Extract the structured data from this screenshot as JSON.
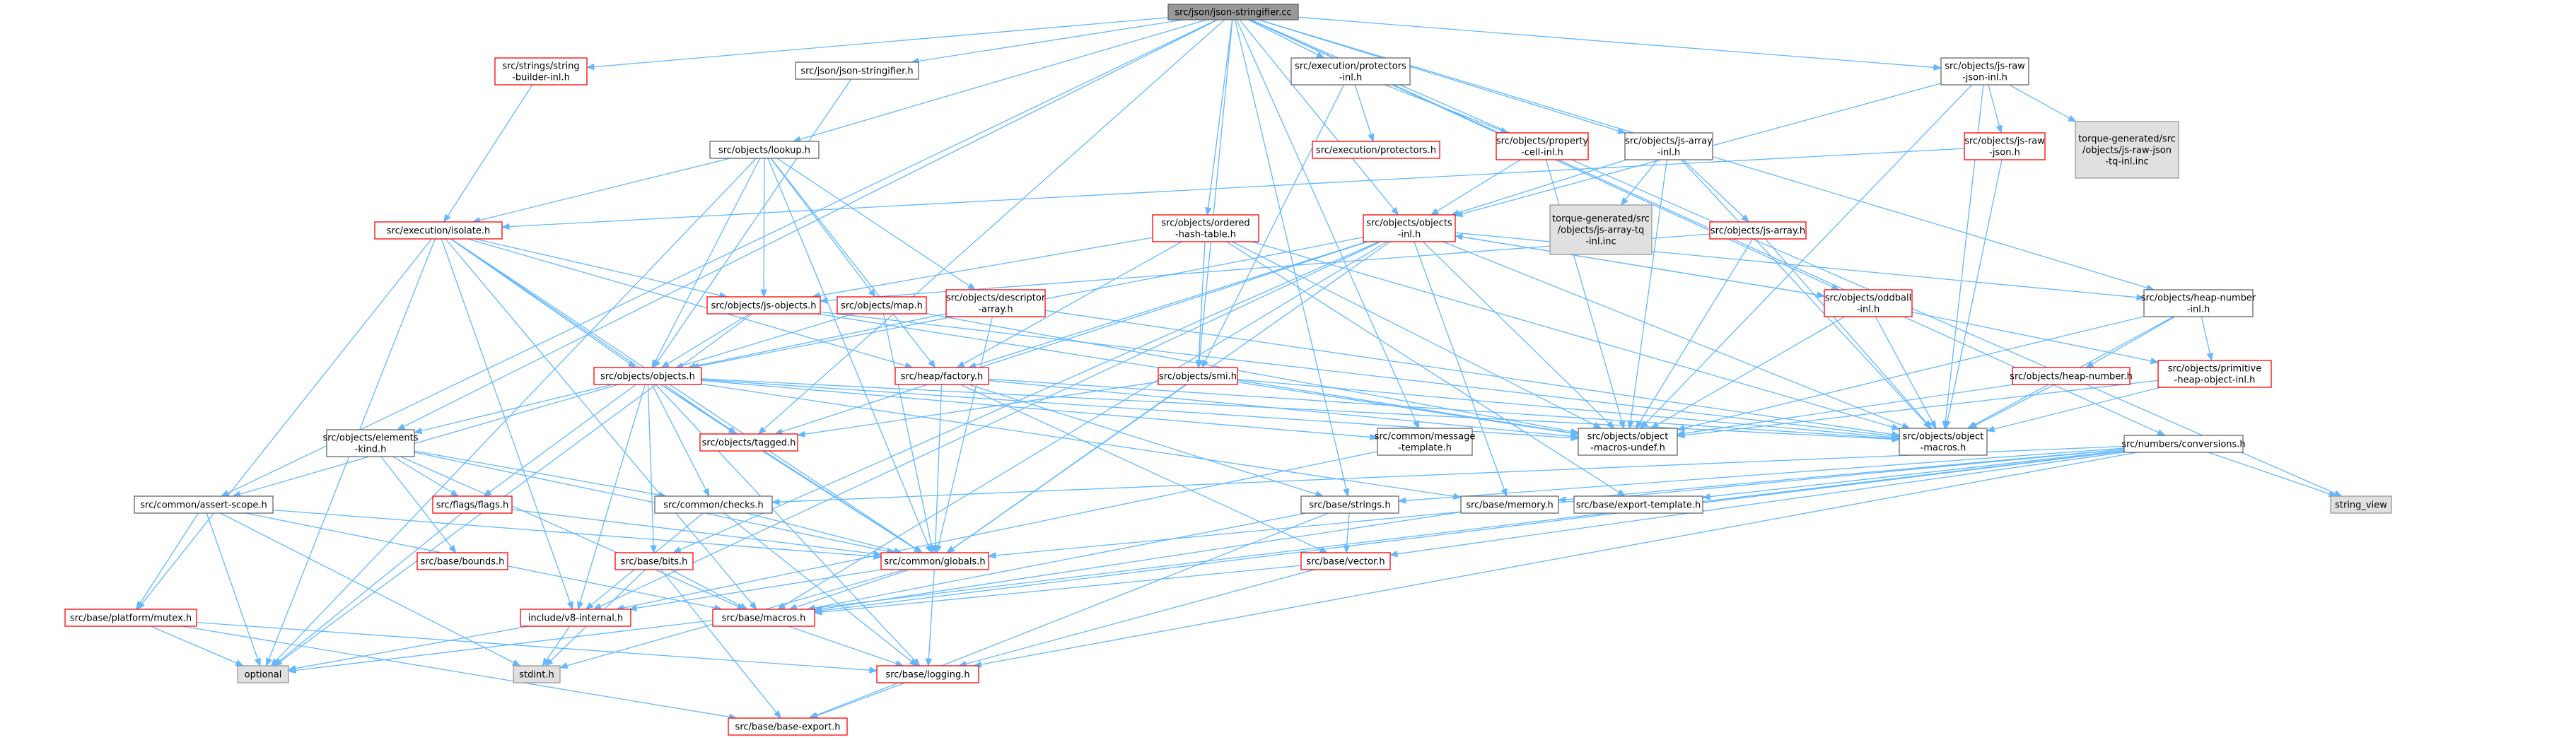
{
  "colors": {
    "edge": "#63b8ff",
    "root_fill": "#999999",
    "root_border": "#666666",
    "normal_fill": "#ffffff",
    "normal_border": "#666666",
    "red_border": "#ff0000",
    "external_fill": "#e0e0e0",
    "external_border": "#999999",
    "text": "#000000"
  },
  "nodes": [
    {
      "id": "root",
      "kind": "root",
      "lines": [
        "src/json/json-stringifier.cc"
      ]
    },
    {
      "id": "string_builder",
      "kind": "red",
      "lines": [
        "src/strings/string",
        "-builder-inl.h"
      ]
    },
    {
      "id": "json_stringifier_h",
      "kind": "normal",
      "lines": [
        "src/json/json-stringifier.h"
      ]
    },
    {
      "id": "protectors_inl",
      "kind": "normal",
      "lines": [
        "src/execution/protectors",
        "-inl.h"
      ]
    },
    {
      "id": "js_raw_json_inl",
      "kind": "normal",
      "lines": [
        "src/objects/js-raw",
        "-json-inl.h"
      ]
    },
    {
      "id": "lookup",
      "kind": "normal",
      "lines": [
        "src/objects/lookup.h"
      ]
    },
    {
      "id": "protectors_h",
      "kind": "red",
      "lines": [
        "src/execution/protectors.h"
      ]
    },
    {
      "id": "property_cell_inl",
      "kind": "red",
      "lines": [
        "src/objects/property",
        "-cell-inl.h"
      ]
    },
    {
      "id": "js_array_inl",
      "kind": "normal",
      "lines": [
        "src/objects/js-array",
        "-inl.h"
      ]
    },
    {
      "id": "js_raw_json_h",
      "kind": "red",
      "lines": [
        "src/objects/js-raw",
        "-json.h"
      ]
    },
    {
      "id": "tg_js_raw_json",
      "kind": "external",
      "lines": [
        "torque-generated/src",
        "/objects/js-raw-json",
        "-tq-inl.inc"
      ]
    },
    {
      "id": "isolate",
      "kind": "red",
      "lines": [
        "src/execution/isolate.h"
      ]
    },
    {
      "id": "ordered_hash",
      "kind": "red",
      "lines": [
        "src/objects/ordered",
        "-hash-table.h"
      ]
    },
    {
      "id": "objects_inl",
      "kind": "red",
      "lines": [
        "src/objects/objects",
        "-inl.h"
      ]
    },
    {
      "id": "tg_js_array",
      "kind": "external",
      "lines": [
        "torque-generated/src",
        "/objects/js-array-tq",
        "-inl.inc"
      ]
    },
    {
      "id": "js_array_h",
      "kind": "red",
      "lines": [
        "src/objects/js-array.h"
      ]
    },
    {
      "id": "js_objects",
      "kind": "red",
      "lines": [
        "src/objects/js-objects.h"
      ]
    },
    {
      "id": "map_h",
      "kind": "red",
      "lines": [
        "src/objects/map.h"
      ]
    },
    {
      "id": "descriptor_array",
      "kind": "red",
      "lines": [
        "src/objects/descriptor",
        "-array.h"
      ]
    },
    {
      "id": "oddball_inl",
      "kind": "red",
      "lines": [
        "src/objects/oddball",
        "-inl.h"
      ]
    },
    {
      "id": "heap_number_inl",
      "kind": "normal",
      "lines": [
        "src/objects/heap-number",
        "-inl.h"
      ]
    },
    {
      "id": "objects_h",
      "kind": "red",
      "lines": [
        "src/objects/objects.h"
      ]
    },
    {
      "id": "heap_factory",
      "kind": "red",
      "lines": [
        "src/heap/factory.h"
      ]
    },
    {
      "id": "smi_h",
      "kind": "red",
      "lines": [
        "src/objects/smi.h"
      ]
    },
    {
      "id": "heap_number_h",
      "kind": "red",
      "lines": [
        "src/objects/heap-number.h"
      ]
    },
    {
      "id": "primitive_heap",
      "kind": "red",
      "lines": [
        "src/objects/primitive",
        "-heap-object-inl.h"
      ]
    },
    {
      "id": "elements_kind",
      "kind": "normal",
      "lines": [
        "src/objects/elements",
        "-kind.h"
      ]
    },
    {
      "id": "tagged",
      "kind": "red",
      "lines": [
        "src/objects/tagged.h"
      ]
    },
    {
      "id": "message_template",
      "kind": "normal",
      "lines": [
        "src/common/message",
        "-template.h"
      ]
    },
    {
      "id": "macros_undef",
      "kind": "normal",
      "lines": [
        "src/objects/object",
        "-macros-undef.h"
      ]
    },
    {
      "id": "object_macros",
      "kind": "normal",
      "lines": [
        "src/objects/object",
        "-macros.h"
      ]
    },
    {
      "id": "conversions",
      "kind": "normal",
      "lines": [
        "src/numbers/conversions.h"
      ]
    },
    {
      "id": "assert_scope",
      "kind": "normal",
      "lines": [
        "src/common/assert-scope.h"
      ]
    },
    {
      "id": "flags",
      "kind": "red",
      "lines": [
        "src/flags/flags.h"
      ]
    },
    {
      "id": "checks",
      "kind": "normal",
      "lines": [
        "src/common/checks.h"
      ]
    },
    {
      "id": "strings_h",
      "kind": "normal",
      "lines": [
        "src/base/strings.h"
      ]
    },
    {
      "id": "memory_h",
      "kind": "normal",
      "lines": [
        "src/base/memory.h"
      ]
    },
    {
      "id": "export_template",
      "kind": "normal",
      "lines": [
        "src/base/export-template.h"
      ]
    },
    {
      "id": "string_view",
      "kind": "external",
      "lines": [
        "string_view"
      ]
    },
    {
      "id": "bounds",
      "kind": "red",
      "lines": [
        "src/base/bounds.h"
      ]
    },
    {
      "id": "bits",
      "kind": "red",
      "lines": [
        "src/base/bits.h"
      ]
    },
    {
      "id": "globals",
      "kind": "red",
      "lines": [
        "src/common/globals.h"
      ]
    },
    {
      "id": "vector",
      "kind": "red",
      "lines": [
        "src/base/vector.h"
      ]
    },
    {
      "id": "mutex",
      "kind": "red",
      "lines": [
        "src/base/platform/mutex.h"
      ]
    },
    {
      "id": "v8_internal",
      "kind": "red",
      "lines": [
        "include/v8-internal.h"
      ]
    },
    {
      "id": "macros",
      "kind": "red",
      "lines": [
        "src/base/macros.h"
      ]
    },
    {
      "id": "optional",
      "kind": "external",
      "lines": [
        "optional"
      ]
    },
    {
      "id": "stdint",
      "kind": "external",
      "lines": [
        "stdint.h"
      ]
    },
    {
      "id": "logging",
      "kind": "red",
      "lines": [
        "src/base/logging.h"
      ]
    },
    {
      "id": "base_export",
      "kind": "red",
      "lines": [
        "src/base/base-export.h"
      ]
    }
  ],
  "edges": [
    [
      "root",
      "string_builder"
    ],
    [
      "root",
      "json_stringifier_h"
    ],
    [
      "root",
      "protectors_inl"
    ],
    [
      "root",
      "js_raw_json_inl"
    ],
    [
      "root",
      "lookup"
    ],
    [
      "root",
      "objects_inl"
    ],
    [
      "root",
      "js_array_inl"
    ],
    [
      "root",
      "ordered_hash"
    ],
    [
      "root",
      "smi_h"
    ],
    [
      "root",
      "oddball_inl"
    ],
    [
      "root",
      "heap_number_inl"
    ],
    [
      "root",
      "strings_h"
    ],
    [
      "root",
      "conversions"
    ],
    [
      "root",
      "string_view"
    ],
    [
      "root",
      "assert_scope"
    ],
    [
      "root",
      "elements_kind"
    ],
    [
      "root",
      "tagged"
    ],
    [
      "root",
      "message_template"
    ],
    [
      "string_builder",
      "isolate"
    ],
    [
      "json_stringifier_h",
      "objects_h"
    ],
    [
      "protectors_inl",
      "protectors_h"
    ],
    [
      "protectors_inl",
      "property_cell_inl"
    ],
    [
      "protectors_inl",
      "smi_h"
    ],
    [
      "js_raw_json_inl",
      "js_raw_json_h"
    ],
    [
      "js_raw_json_inl",
      "tg_js_raw_json"
    ],
    [
      "js_raw_json_inl",
      "objects_inl"
    ],
    [
      "js_raw_json_inl",
      "macros_undef"
    ],
    [
      "js_raw_json_inl",
      "object_macros"
    ],
    [
      "lookup",
      "isolate"
    ],
    [
      "lookup",
      "js_objects"
    ],
    [
      "lookup",
      "map_h"
    ],
    [
      "lookup",
      "descriptor_array"
    ],
    [
      "lookup",
      "objects_h"
    ],
    [
      "lookup",
      "heap_factory"
    ],
    [
      "lookup",
      "globals"
    ],
    [
      "lookup",
      "optional"
    ],
    [
      "property_cell_inl",
      "objects_inl"
    ],
    [
      "property_cell_inl",
      "macros_undef"
    ],
    [
      "js_array_inl",
      "objects_inl"
    ],
    [
      "js_array_inl",
      "js_array_h"
    ],
    [
      "js_array_inl",
      "tg_js_array"
    ],
    [
      "js_array_inl",
      "macros_undef"
    ],
    [
      "js_array_inl",
      "object_macros"
    ],
    [
      "js_raw_json_h",
      "isolate"
    ],
    [
      "js_raw_json_h",
      "object_macros"
    ],
    [
      "isolate",
      "js_objects"
    ],
    [
      "isolate",
      "objects_h"
    ],
    [
      "isolate",
      "heap_factory"
    ],
    [
      "isolate",
      "tagged"
    ],
    [
      "isolate",
      "mutex"
    ],
    [
      "isolate",
      "v8_internal"
    ],
    [
      "isolate",
      "globals"
    ],
    [
      "isolate",
      "macros"
    ],
    [
      "isolate",
      "optional"
    ],
    [
      "ordered_hash",
      "js_objects"
    ],
    [
      "ordered_hash",
      "heap_factory"
    ],
    [
      "ordered_hash",
      "smi_h"
    ],
    [
      "ordered_hash",
      "macros_undef"
    ],
    [
      "ordered_hash",
      "object_macros"
    ],
    [
      "ordered_hash",
      "export_template"
    ],
    [
      "objects_inl",
      "objects_h"
    ],
    [
      "objects_inl",
      "heap_factory"
    ],
    [
      "objects_inl",
      "oddball_inl"
    ],
    [
      "objects_inl",
      "heap_number_inl"
    ],
    [
      "objects_inl",
      "macros_undef"
    ],
    [
      "objects_inl",
      "object_macros"
    ],
    [
      "objects_inl",
      "memory_h"
    ],
    [
      "objects_inl",
      "bits"
    ],
    [
      "objects_inl",
      "globals"
    ],
    [
      "objects_inl",
      "v8_internal"
    ],
    [
      "objects_inl",
      "macros"
    ],
    [
      "objects_inl",
      "tagged"
    ],
    [
      "js_array_h",
      "js_objects"
    ],
    [
      "js_array_h",
      "macros_undef"
    ],
    [
      "js_array_h",
      "object_macros"
    ],
    [
      "js_objects",
      "objects_h"
    ],
    [
      "js_objects",
      "macros_undef"
    ],
    [
      "js_objects",
      "object_macros"
    ],
    [
      "js_objects",
      "optional"
    ],
    [
      "map_h",
      "objects_h"
    ],
    [
      "map_h",
      "globals"
    ],
    [
      "map_h",
      "macros_undef"
    ],
    [
      "descriptor_array",
      "objects_h"
    ],
    [
      "descriptor_array",
      "object_macros"
    ],
    [
      "descriptor_array",
      "globals"
    ],
    [
      "oddball_inl",
      "objects_inl"
    ],
    [
      "oddball_inl",
      "primitive_heap"
    ],
    [
      "oddball_inl",
      "macros_undef"
    ],
    [
      "oddball_inl",
      "object_macros"
    ],
    [
      "heap_number_inl",
      "heap_number_h"
    ],
    [
      "heap_number_inl",
      "primitive_heap"
    ],
    [
      "heap_number_inl",
      "macros_undef"
    ],
    [
      "heap_number_inl",
      "object_macros"
    ],
    [
      "objects_h",
      "elements_kind"
    ],
    [
      "objects_h",
      "tagged"
    ],
    [
      "objects_h",
      "flags"
    ],
    [
      "objects_h",
      "checks"
    ],
    [
      "objects_h",
      "bits"
    ],
    [
      "objects_h",
      "globals"
    ],
    [
      "objects_h",
      "assert_scope"
    ],
    [
      "objects_h",
      "macros_undef"
    ],
    [
      "objects_h",
      "object_macros"
    ],
    [
      "objects_h",
      "message_template"
    ],
    [
      "objects_h",
      "memory_h"
    ],
    [
      "objects_h",
      "logging"
    ],
    [
      "objects_h",
      "v8_internal"
    ],
    [
      "heap_factory",
      "globals"
    ],
    [
      "heap_factory",
      "macros_undef"
    ],
    [
      "heap_factory",
      "object_macros"
    ],
    [
      "heap_factory",
      "vector"
    ],
    [
      "heap_factory",
      "strings_h"
    ],
    [
      "smi_h",
      "globals"
    ],
    [
      "smi_h",
      "tagged"
    ],
    [
      "smi_h",
      "macros_undef"
    ],
    [
      "smi_h",
      "object_macros"
    ],
    [
      "heap_number_h",
      "macros_undef"
    ],
    [
      "heap_number_h",
      "object_macros"
    ],
    [
      "primitive_heap",
      "macros_undef"
    ],
    [
      "primitive_heap",
      "object_macros"
    ],
    [
      "elements_kind",
      "bounds"
    ],
    [
      "elements_kind",
      "checks"
    ],
    [
      "elements_kind",
      "flags"
    ],
    [
      "elements_kind",
      "globals"
    ],
    [
      "elements_kind",
      "macros"
    ],
    [
      "tagged",
      "globals"
    ],
    [
      "message_template",
      "v8_internal"
    ],
    [
      "conversions",
      "strings_h"
    ],
    [
      "conversions",
      "memory_h"
    ],
    [
      "conversions",
      "export_template"
    ],
    [
      "conversions",
      "string_view"
    ],
    [
      "conversions",
      "optional"
    ],
    [
      "conversions",
      "globals"
    ],
    [
      "conversions",
      "vector"
    ],
    [
      "conversions",
      "macros"
    ],
    [
      "conversions",
      "logging"
    ],
    [
      "conversions",
      "checks"
    ],
    [
      "assert_scope",
      "mutex"
    ],
    [
      "assert_scope",
      "globals"
    ],
    [
      "assert_scope",
      "macros"
    ],
    [
      "assert_scope",
      "optional"
    ],
    [
      "assert_scope",
      "stdint"
    ],
    [
      "flags",
      "globals"
    ],
    [
      "flags",
      "optional"
    ],
    [
      "checks",
      "globals"
    ],
    [
      "checks",
      "logging"
    ],
    [
      "checks",
      "v8_internal"
    ],
    [
      "strings_h",
      "vector"
    ],
    [
      "strings_h",
      "macros"
    ],
    [
      "strings_h",
      "base_export"
    ],
    [
      "memory_h",
      "macros"
    ],
    [
      "bits",
      "macros"
    ],
    [
      "bits",
      "stdint"
    ],
    [
      "bits",
      "base_export"
    ],
    [
      "globals",
      "macros"
    ],
    [
      "globals",
      "logging"
    ],
    [
      "globals",
      "v8_internal"
    ],
    [
      "globals",
      "stdint"
    ],
    [
      "vector",
      "logging"
    ],
    [
      "vector",
      "macros"
    ],
    [
      "mutex",
      "base_export"
    ],
    [
      "mutex",
      "optional"
    ],
    [
      "mutex",
      "logging"
    ],
    [
      "v8_internal",
      "stdint"
    ],
    [
      "v8_internal",
      "optional"
    ],
    [
      "macros",
      "logging"
    ],
    [
      "logging",
      "base_export"
    ]
  ]
}
